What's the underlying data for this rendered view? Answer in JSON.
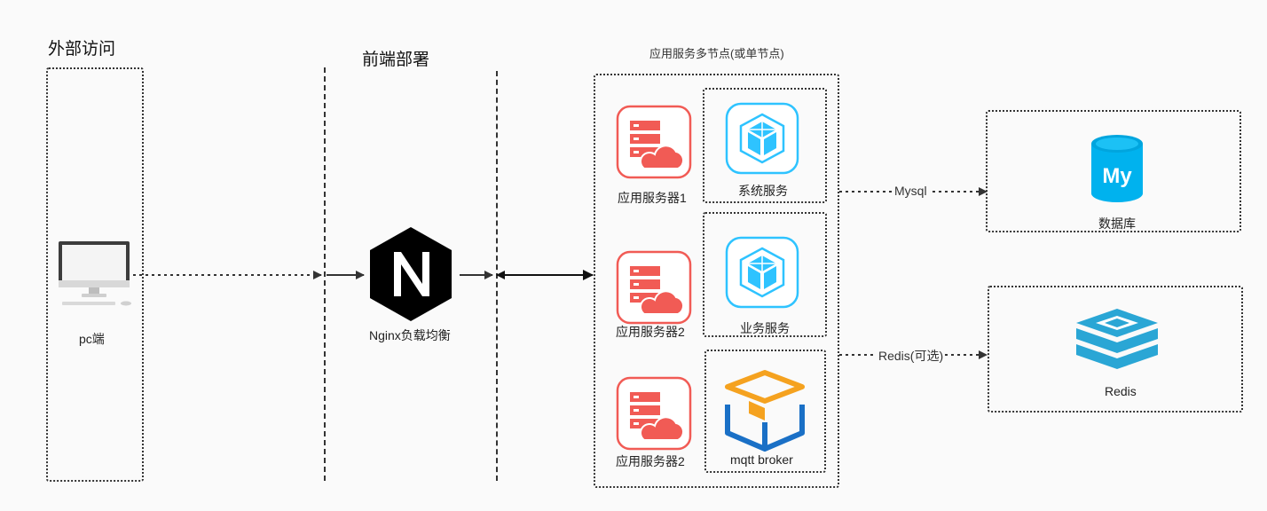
{
  "headers": {
    "external": "外部访问",
    "frontend": "前端部署",
    "app_group": "应用服务多节点(或单节点)"
  },
  "nodes": {
    "pc": "pc端",
    "nginx": "Nginx负载均衡",
    "server1": "应用服务器1",
    "server2": "应用服务器2",
    "server3": "应用服务器2",
    "system_service": "系统服务",
    "business_service": "业务服务",
    "mqtt": "mqtt broker",
    "database": "数据库",
    "redis": "Redis"
  },
  "edges": {
    "mysql": "Mysql",
    "redis": "Redis(可选)"
  },
  "icons": {
    "nginx_letter": "N",
    "mysql_letter": "My"
  },
  "colors": {
    "server_red": "#f15b55",
    "service_blue": "#2ec3ff",
    "mysql_blue": "#00b2ee",
    "redis_blue": "#2aa6d5",
    "mqtt_orange": "#f5a21f",
    "mqtt_blue": "#1a70c6"
  }
}
